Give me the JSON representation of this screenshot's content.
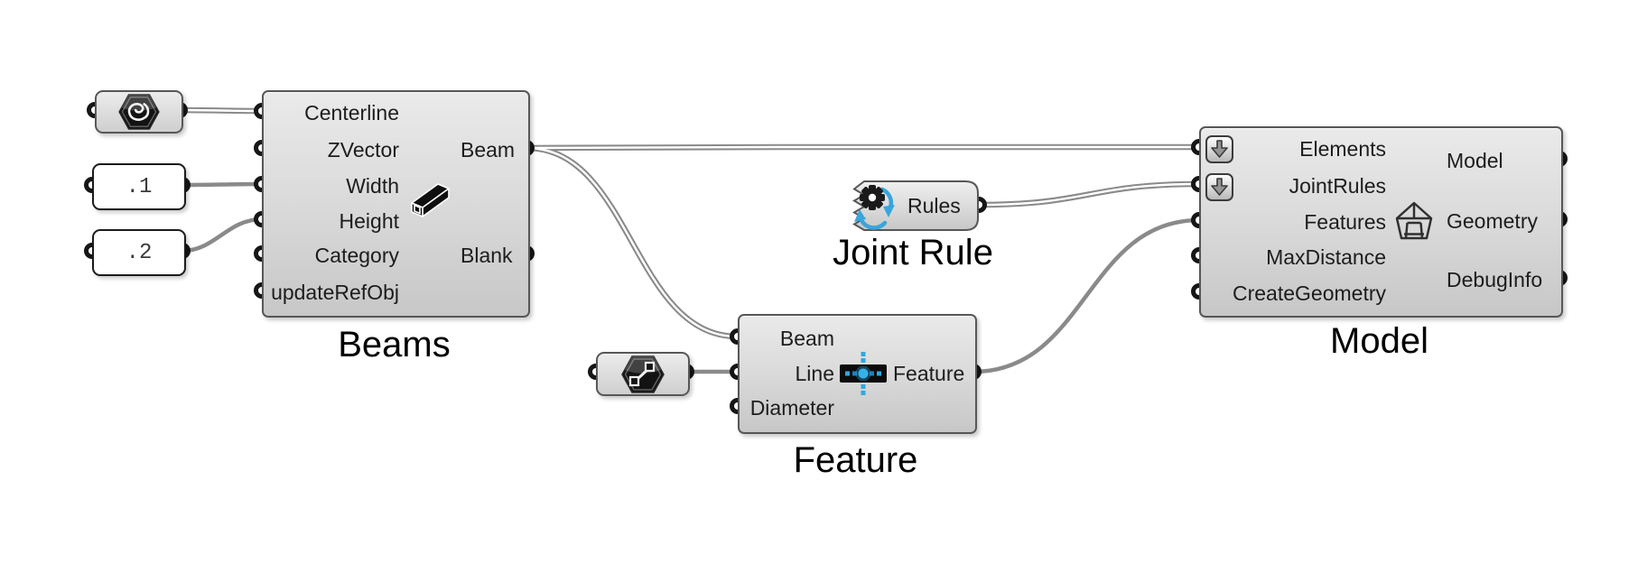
{
  "colors": {
    "canvas_bg": "#ffffff",
    "wire": "#8a8a8a",
    "port_ring": "#161616",
    "node_border": "#575757",
    "node_fill_top": "#eaeaea",
    "node_fill_bottom": "#c7c7c7",
    "blue_accent": "#2fa8e1"
  },
  "nodes": {
    "beams": {
      "label": "Beams",
      "inputs": [
        "Centerline",
        "ZVector",
        "Width",
        "Height",
        "Category",
        "updateRefObj"
      ],
      "outputs": [
        "Beam",
        "Blank"
      ],
      "icon": "beam-3d-icon"
    },
    "joint_rule": {
      "label": "Joint Rule",
      "output": "Rules",
      "icon": "gear-refresh-icon"
    },
    "feature": {
      "label": "Feature",
      "inputs": [
        "Beam",
        "Line",
        "Diameter"
      ],
      "output": "Feature",
      "icon": "drill-feature-icon"
    },
    "model": {
      "label": "Model",
      "inputs": [
        "Elements",
        "JointRules",
        "Features",
        "MaxDistance",
        "CreateGeometry"
      ],
      "outputs": [
        "Model",
        "Geometry",
        "DebugInfo"
      ],
      "icon": "wireframe-model-icon",
      "input_modifier_icon": "down-arrow-icon"
    }
  },
  "params": {
    "curve": {
      "icon": "curve-spiral-icon"
    },
    "line": {
      "icon": "line-segment-icon"
    }
  },
  "panels": [
    {
      "value": ".1"
    },
    {
      "value": ".2"
    }
  ],
  "connections": [
    {
      "from": "curve-param",
      "to": "Beams.Centerline",
      "style": "double"
    },
    {
      "from": "panel-.1",
      "to": "Beams.Width",
      "style": "single"
    },
    {
      "from": "panel-.2",
      "to": "Beams.Height",
      "style": "single"
    },
    {
      "from": "Beams.Beam",
      "to": "Model.Elements",
      "style": "double"
    },
    {
      "from": "Beams.Beam",
      "to": "Feature.Beam",
      "style": "double"
    },
    {
      "from": "line-param",
      "to": "Feature.Line",
      "style": "single"
    },
    {
      "from": "JointRule.Rules",
      "to": "Model.JointRules",
      "style": "double"
    },
    {
      "from": "Feature.Feature",
      "to": "Model.Features",
      "style": "single"
    }
  ]
}
